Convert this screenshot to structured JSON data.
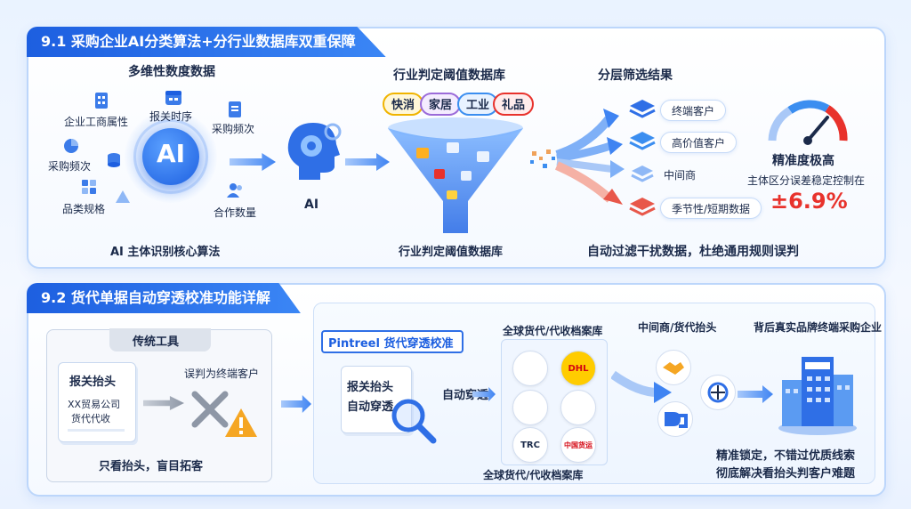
{
  "section1": {
    "title": "9.1 采购企业AI分类算法+分行业数据库双重保障",
    "multi_dim": {
      "heading": "多维性数度数据",
      "items": [
        "企业工商属性",
        "报关时序",
        "采购频次",
        "采购频次",
        "品类规格",
        "合作数量"
      ],
      "core_label": "AI",
      "caption": "AI 主体识别核心算法"
    },
    "ai_label": "AI",
    "threshold_db": {
      "heading": "行业判定阈值数据库",
      "tags": [
        "快消",
        "家居",
        "工业",
        "礼品"
      ],
      "caption": "行业判定阈值数据库"
    },
    "results": {
      "heading": "分层筛选结果",
      "items": [
        "终端客户",
        "高价值客户",
        "中间商",
        "季节性/短期数据"
      ],
      "caption": "自动过滤干扰数据，杜绝通用规则误判"
    },
    "accuracy": {
      "title": "精准度极高",
      "subtitle": "主体区分误差稳定控制在",
      "value": "±6.9%"
    }
  },
  "section2": {
    "title": "9.2 货代单据自动穿透校准功能详解",
    "traditional": {
      "heading": "传统工具",
      "doc_title": "报关抬头",
      "doc_line1": "XX贸易公司",
      "doc_line2": "货代代收",
      "misjudge": "误判为终端客户",
      "caption": "只看抬头，盲目拓客"
    },
    "pintreel": {
      "heading": "Pintreel 货代穿透校准",
      "doc_line1": "报关抬头",
      "doc_line2": "自动穿透",
      "auto_label": "自动穿透",
      "db_heading": "全球货代/代收档案库",
      "db_caption": "全球货代/代收档案库",
      "logos": [
        "",
        "DHL",
        "",
        "",
        "TRC",
        "中国货运"
      ],
      "middle_heading": "中间商/货代抬头",
      "end_heading": "背后真实品牌终端采购企业",
      "conclusion1": "精准锁定，不错过优质线索",
      "conclusion2": "彻底解决看抬头判客户难题"
    }
  },
  "colors": {
    "primary": "#1d5fe0",
    "accent_red": "#e8322c",
    "gauge_blue": "#2f6fe6"
  }
}
